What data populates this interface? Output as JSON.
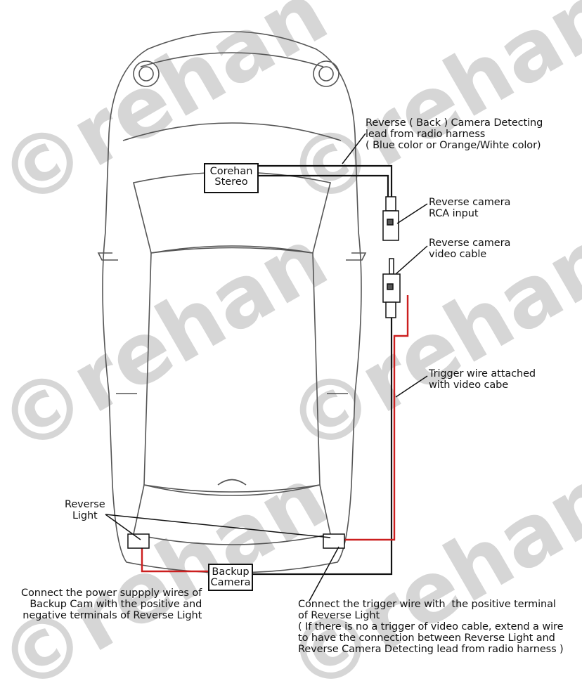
{
  "watermark": {
    "text": "©rehan",
    "color": "#d6d6d6"
  },
  "boxes": {
    "stereo": "Corehan\nStereo",
    "camera": "Backup\nCamera"
  },
  "labels": {
    "detect_lead": "Reverse ( Back ) Camera Detecting\nlead from radio harness\n( Blue color or Orange/Wihte color)",
    "rca_input": "Reverse camera\nRCA input",
    "video_cable": "Reverse camera\nvideo cable",
    "trigger_wire": "Trigger wire attached\nwith video cabe",
    "reverse_light": "Reverse\nLight",
    "power_wires": "Connect the power suppply wires of\nBackup Cam with the positive and\nnegative terminals of Reverse Light",
    "trigger_connect": "Connect the trigger wire with  the positive terminal\nof Reverse Light\n( If there is no a trigger of video cable, extend a wire\nto have the connection between Reverse Light and\nReverse Camera Detecting lead from radio harness )"
  },
  "colors": {
    "wire_black": "#111111",
    "wire_red": "#cc1f1f",
    "car_outline": "#555555"
  }
}
